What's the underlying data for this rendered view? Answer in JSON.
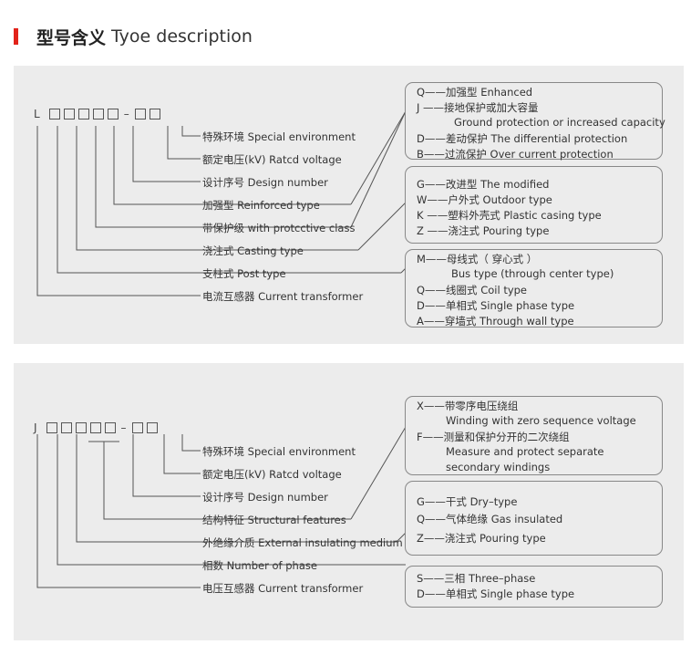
{
  "header": {
    "title_cn": "型号含义",
    "title_en": "Tyoe description"
  },
  "panel1": {
    "prefix": "L",
    "dash": "–",
    "labels": [
      "特殊环境 Special environment",
      "额定电压(kV) Ratcd voltage",
      "设计序号 Design number",
      "加强型 Reinforced type",
      "带保护级 with protcctive class",
      "浇注式 Casting type",
      "支柱式 Post type",
      "电流互感器 Current transformer"
    ],
    "box1": [
      "Q——加强型   Enhanced",
      "J ——接地保护或加大容量",
      "Ground protection or increased capacity",
      "D——差动保护   The differential protection",
      "B——过流保护   Over current protection"
    ],
    "box2": [
      "G——改进型  The modified",
      "W——户外式  Outdoor type",
      "K ——塑料外壳式  Plastic casing type",
      "Z ——浇注式  Pouring type"
    ],
    "box3": [
      "M——母线式（ 穿心式 ）",
      "Bus type (through center type)",
      "Q——线圈式        Coil type",
      "D——单相式        Single phase type",
      "A——穿墙式        Through wall type"
    ]
  },
  "panel2": {
    "prefix": "J",
    "dash": "–",
    "labels": [
      "特殊环境 Special environment",
      "额定电压(kV) Ratcd voltage",
      "设计序号 Design number",
      "结构特征 Structural features",
      "外绝缘介质 External insulating medium",
      "相数 Number of phase",
      "电压互感器 Current transformer"
    ],
    "box1": [
      "X——带零序电压绕组",
      "Winding with zero sequence voltage",
      "F——测量和保护分开的二次绕组",
      "Measure and protect separate",
      "secondary windings"
    ],
    "box2": [
      "G——干式  Dry–type",
      "Q——气体绝缘   Gas insulated",
      "Z——浇注式      Pouring type"
    ],
    "box3": [
      "S——三相  Three–phase",
      "D——单相式  Single phase type"
    ]
  }
}
